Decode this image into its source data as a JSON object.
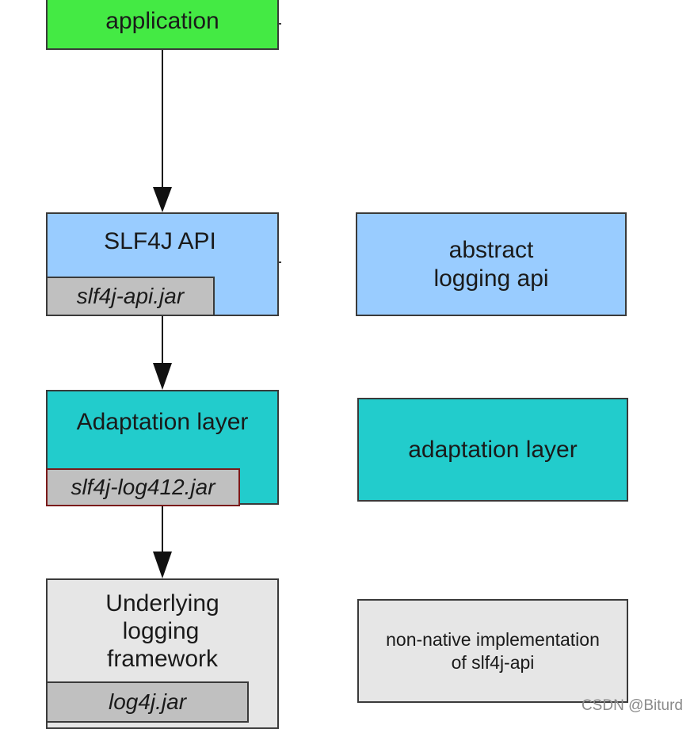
{
  "diagram": {
    "application": {
      "label": "application",
      "color": "#44ea44"
    },
    "slf4j_api": {
      "label": "SLF4J API",
      "jar": "slf4j-api.jar",
      "color": "#99ccff"
    },
    "adaptation": {
      "label": "Adaptation layer",
      "jar": "slf4j-log412.jar",
      "color": "#22cccc"
    },
    "underlying": {
      "label_lines": [
        "Underlying",
        "logging",
        "framework"
      ],
      "jar": "log4j.jar",
      "color": "#e6e6e6"
    },
    "side_api": {
      "lines": [
        "abstract",
        "logging api"
      ],
      "color": "#99ccff"
    },
    "side_adaptation": {
      "label": "adaptation layer",
      "color": "#22cccc"
    },
    "side_nonnative": {
      "lines": [
        "non-native implementation",
        "of slf4j-api"
      ],
      "color": "#e6e6e6"
    }
  },
  "watermark": "CSDN @Biturd"
}
